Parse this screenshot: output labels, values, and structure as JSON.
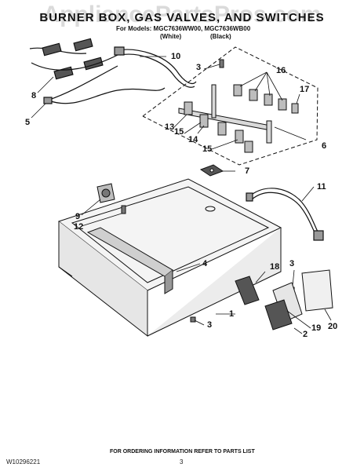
{
  "header": {
    "watermark": "AppliancePartsPros.com",
    "title": "BURNER BOX, GAS VALVES, AND SWITCHES",
    "models_line": "For Models: MGC7636WW00, MGC7636WB00",
    "color_white": "(White)",
    "color_black": "(Black)"
  },
  "callouts": [
    "1",
    "2",
    "3",
    "3",
    "3",
    "4",
    "5",
    "6",
    "7",
    "8",
    "9",
    "10",
    "11",
    "12",
    "13",
    "14",
    "15",
    "15",
    "16",
    "17",
    "18",
    "19",
    "20"
  ],
  "footer": {
    "ordering_note": "FOR ORDERING INFORMATION REFER TO PARTS LIST",
    "doc_id": "W10296221",
    "page": "3"
  },
  "colors": {
    "ink": "#111111",
    "gray_fill": "#d9d9d9",
    "dark_fill": "#555555"
  }
}
